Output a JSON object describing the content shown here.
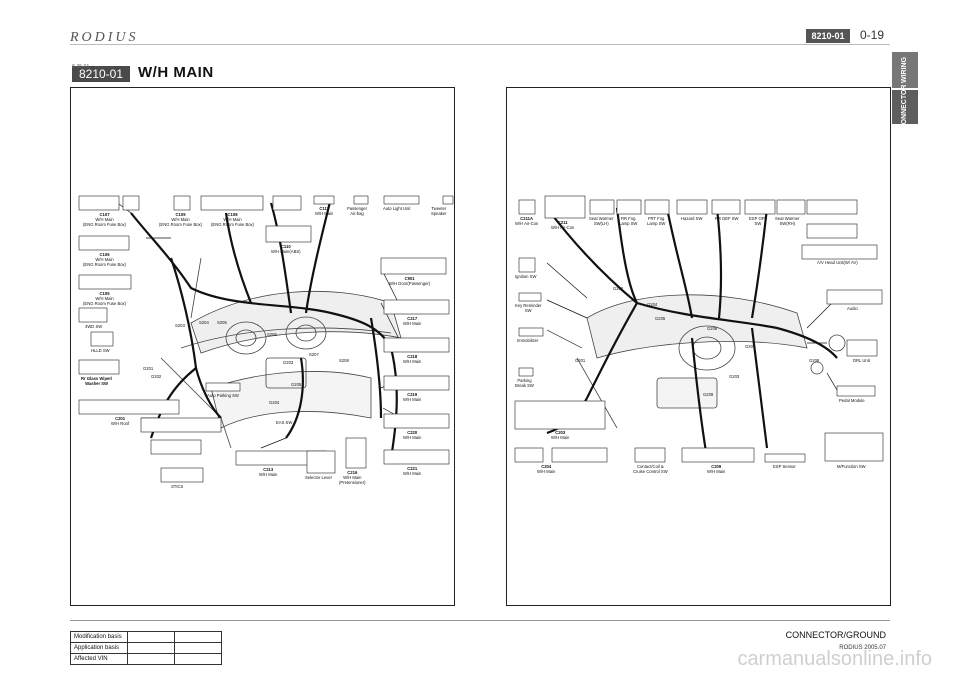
{
  "header": {
    "logo": "RODIUS",
    "section_code": "8210-01",
    "page_number": "0-19"
  },
  "side_tabs": [
    "WIRING",
    "CONNECTOR"
  ],
  "title": {
    "code": "8210-01",
    "text": "W/H MAIN",
    "tiny": "8-35-01"
  },
  "left_diagram": {
    "connectors": [
      {
        "id": "C107",
        "desc": "W/H Main\n(ENG Room Fuse Box)"
      },
      {
        "id": "C106",
        "desc": "W/H Main\n(ENG Room Fuse Box)"
      },
      {
        "id": "C109",
        "desc": "W/H Main\n(ENG Room Fuse Box)"
      },
      {
        "id": "C108",
        "desc": "W/H Main\n(ENG Room Fuse Box)"
      },
      {
        "id": "C110",
        "desc": "W/H Main(ABS)"
      },
      {
        "id": "C111",
        "desc": "W/H Main"
      },
      {
        "id": "C105",
        "desc": "W/H Main\n(ENG Room Fuse Box)"
      },
      {
        "id": "C901",
        "desc": "W/H Door(Passenger)"
      },
      {
        "id": "C217",
        "desc": "W/H Main"
      },
      {
        "id": "C218",
        "desc": "W/H Main"
      },
      {
        "id": "C219",
        "desc": "W/H Main"
      },
      {
        "id": "C220",
        "desc": "W/H Main"
      },
      {
        "id": "C221",
        "desc": "W/H Main"
      },
      {
        "id": "C201",
        "desc": "W/H Roof"
      },
      {
        "id": "C213",
        "desc": "W/H Main"
      },
      {
        "id": "C216",
        "desc": "W/H Main\n(Pretensioner)"
      }
    ],
    "components": [
      "Passenger\nAir-bag",
      "Auto Light Unit",
      "Tweeter\nSpeaker",
      "4WD SW",
      "HLLD SW",
      "Rr Glass Wiper/\nWasher SW",
      "Auto Parking SW",
      "EAS SW",
      "STICS",
      "Selector Lever"
    ],
    "grounds": [
      "S203",
      "S204",
      "S205",
      "G205",
      "G201",
      "G202",
      "S206",
      "G203",
      "S207",
      "G204",
      "S208"
    ]
  },
  "right_diagram": {
    "connectors": [
      {
        "id": "C211A",
        "desc": "W/H Air-Con"
      },
      {
        "id": "C211",
        "desc": "W/H Air-Con"
      },
      {
        "id": "C203",
        "desc": "W/H Main"
      },
      {
        "id": "C204",
        "desc": "W/H Main"
      },
      {
        "id": "C209",
        "desc": "W/H Main"
      }
    ],
    "components": [
      "Seat Warmer\nSW(LH)",
      "RR Fog\nLamp SW",
      "FRT Fog\nLamp SW",
      "Hazard SW",
      "RR DEF SW",
      "ESP OFF\nSW",
      "Seat Warmer\nSW(RH)",
      "A/V Head Unit(W/ AV)",
      "Ignition SW",
      "Key Reminder\nSW",
      "Immobilizer",
      "Audio",
      "DRL Unit",
      "Parking\nBreak SW",
      "Pedal Module",
      "Contact/Coil &\nCruise Control SW",
      "ESP Sensor",
      "M/Function SW"
    ],
    "grounds": [
      "G202",
      "G204",
      "G205",
      "G206",
      "G207",
      "G208",
      "G201",
      "G203",
      "G209"
    ]
  },
  "footer": {
    "table": [
      "Modification basis",
      "Application basis",
      "Affected VIN"
    ],
    "title": "CONNECTOR/GROUND",
    "subtitle": "RODIUS 2005.07",
    "watermark": "carmanualsonline.info"
  }
}
